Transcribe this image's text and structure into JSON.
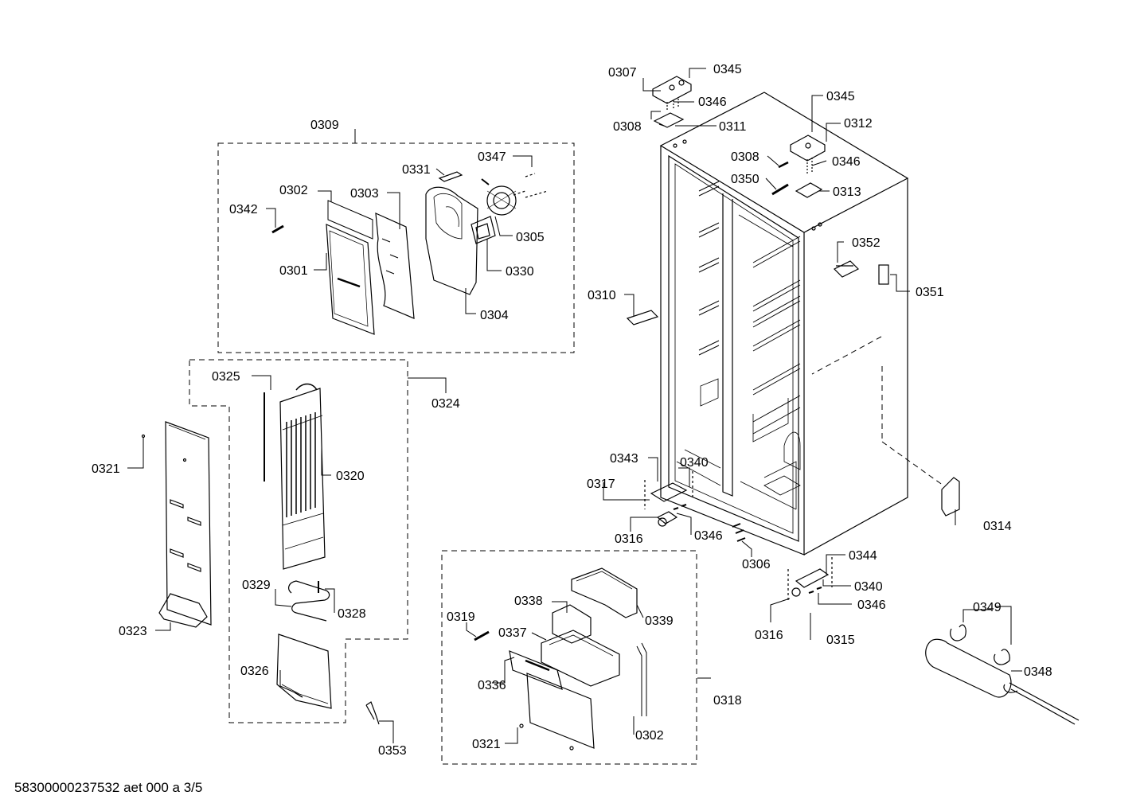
{
  "footer": "58300000237532 aet 000 a 3/5",
  "colors": {
    "line": "#000000",
    "background": "#ffffff"
  },
  "labels": {
    "l0307": "0307",
    "l0345a": "0345",
    "l0346a": "0346",
    "l0308a": "0308",
    "l0311": "0311",
    "l0345b": "0345",
    "l0312": "0312",
    "l0308b": "0308",
    "l0346b": "0346",
    "l0350": "0350",
    "l0313": "0313",
    "l0309": "0309",
    "l0331": "0331",
    "l0347": "0347",
    "l0302a": "0302",
    "l0303": "0303",
    "l0342": "0342",
    "l0305": "0305",
    "l0301": "0301",
    "l0330": "0330",
    "l0304": "0304",
    "l0310": "0310",
    "l0352": "0352",
    "l0351": "0351",
    "l0325": "0325",
    "l0324": "0324",
    "l0321a": "0321",
    "l0320": "0320",
    "l0343": "0343",
    "l0340a": "0340",
    "l0317": "0317",
    "l0316a": "0316",
    "l0346c": "0346",
    "l0306": "0306",
    "l0314": "0314",
    "l0329": "0329",
    "l0328": "0328",
    "l0323": "0323",
    "l0344": "0344",
    "l0340b": "0340",
    "l0346d": "0346",
    "l0316b": "0316",
    "l0315": "0315",
    "l0338": "0338",
    "l0339": "0339",
    "l0319": "0319",
    "l0337": "0337",
    "l0326": "0326",
    "l0336": "0336",
    "l0318": "0318",
    "l0349": "0349",
    "l0348": "0348",
    "l0302b": "0302",
    "l0321b": "0321",
    "l0353": "0353"
  }
}
